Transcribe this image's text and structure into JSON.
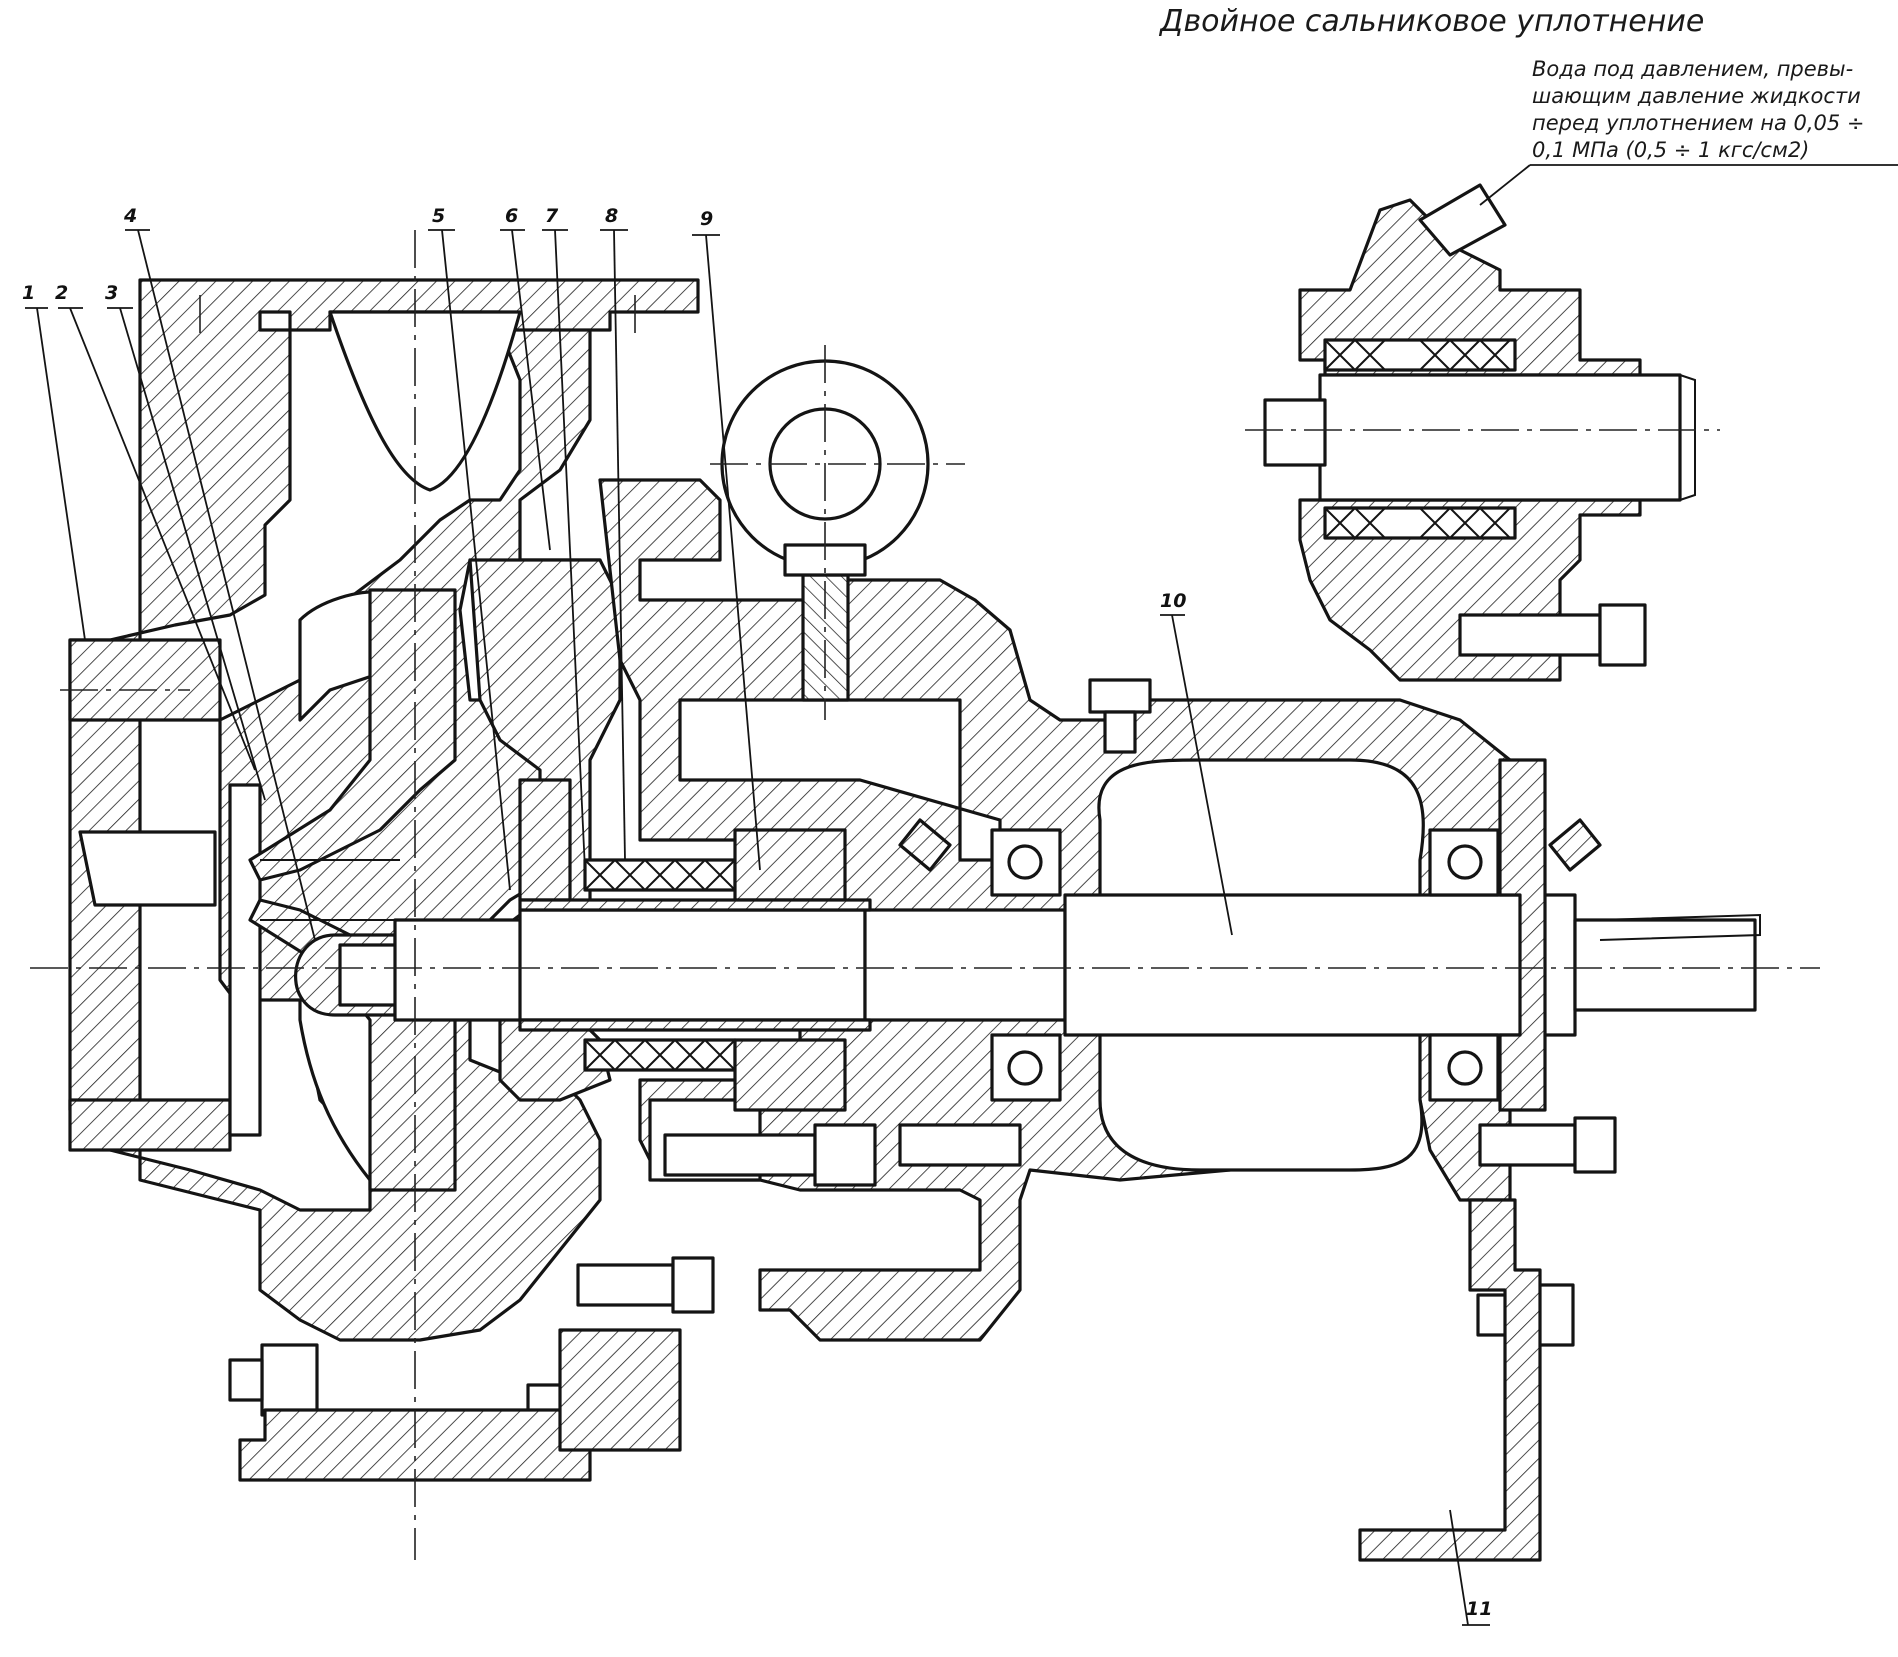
{
  "title": "Двойное сальниковое уплотнение",
  "note_lines": [
    "Вода под давлением, превы-",
    "шающим давление жидкости",
    "перед уплотнением на 0,05 ÷",
    "0,1 МПа (0,5 ÷ 1 кгс/см2)"
  ],
  "callouts": [
    "1",
    "2",
    "3",
    "4",
    "5",
    "6",
    "7",
    "8",
    "9",
    "10",
    "11"
  ]
}
